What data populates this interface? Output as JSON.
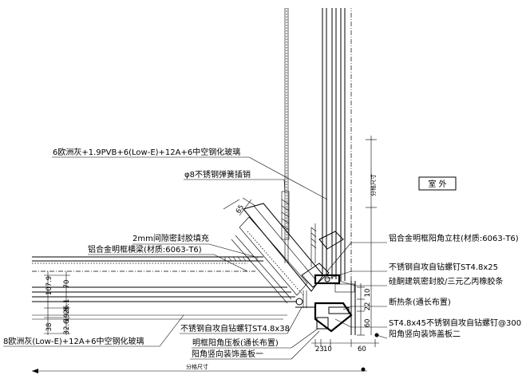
{
  "diagram": {
    "room_label": "室 外",
    "labels": {
      "glass_vertical": "6欧洲灰+1.9PVB+6(Low-E)+12A+6中空钢化玻璃",
      "spring_pin": "φ8不锈钢弹簧插销",
      "gap_seal": "2mm间隙密封胶填充",
      "transom": "铝合金明框横梁(材质:6063-T6)",
      "mullion": "铝合金明框阳角立柱(材质:6063-T6)",
      "screw_25": "不锈钢自攻自钻螺钉ST4.8x25",
      "sealant": "硅酮建筑密封胶/三元乙丙橡胶条",
      "thermal_break": "断热条(通长布置)",
      "screw_38": "不锈钢自攻自钻螺钉ST4.8x38",
      "screw_45": "ST4.8x45不锈钢自攻自钻螺钉@300",
      "glass_horizontal": "8欧洲灰(Low-E)+12A+6中空钢化玻璃",
      "pressure_plate": "明框阳角压板(通长布置)",
      "cover_plate_1": "阳角竖向装饰盖板一",
      "cover_plate_2": "阳角竖向装饰盖板二",
      "grid_dim_vertical": "分格尺寸",
      "grid_dim_horizontal": "分格尺寸"
    },
    "dimensions": {
      "d65": "65",
      "d70": "70",
      "d107_9": "107.9",
      "d26_1": "26.1",
      "d19_8": "19.8",
      "d38": "38",
      "d32_6": "32.6",
      "d10": "10",
      "d22": "22",
      "d60_v": "60",
      "d23": "23",
      "d10_h": "10",
      "d60_h": "60"
    }
  }
}
